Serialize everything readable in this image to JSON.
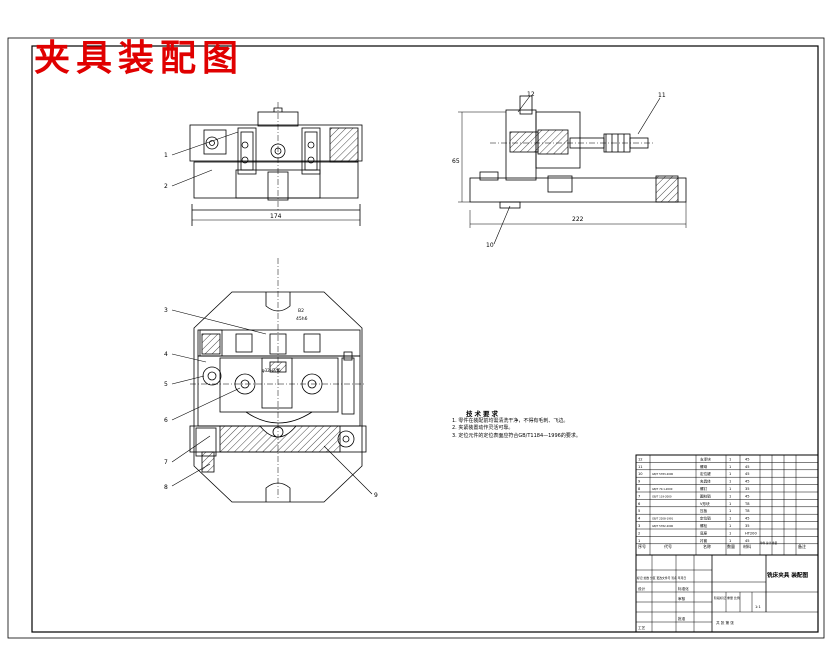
{
  "title": "夹具装配图",
  "part_labels": [
    "1",
    "2",
    "3",
    "4",
    "5",
    "6",
    "7",
    "8",
    "9",
    "10",
    "11",
    "12"
  ],
  "dimensions": {
    "front_width": "174",
    "side_width": "222",
    "side_height": "65",
    "ref_1": "B2",
    "ref_2": "45h6",
    "ref_3": "φ32H7/f6"
  },
  "tech_requirements": {
    "title": "技术要求",
    "items": [
      "1. 零件在装配前均需清洗干净，不得有毛刺、飞边。",
      "2. 夹紧装置动作灵活可靠。",
      "3. 定位元件的定位表面应符合GB/T1184—1996的要求。"
    ]
  },
  "bom_rows": [
    {
      "no": "12",
      "std": "",
      "name": "支承块",
      "qty": "1",
      "mat": "45"
    },
    {
      "no": "11",
      "std": "",
      "name": "螺母",
      "qty": "1",
      "mat": "45"
    },
    {
      "no": "10",
      "std": "GB/T 5783-2000",
      "name": "定位键",
      "qty": "1",
      "mat": "45"
    },
    {
      "no": "9",
      "std": "",
      "name": "夹具体",
      "qty": "1",
      "mat": "45"
    },
    {
      "no": "8",
      "std": "GB/T 70.1-2000",
      "name": "螺钉",
      "qty": "1",
      "mat": "35"
    },
    {
      "no": "7",
      "std": "GB/T 119-2000",
      "name": "圆柱销",
      "qty": "1",
      "mat": "45"
    },
    {
      "no": "6",
      "std": "",
      "name": "V形块",
      "qty": "1",
      "mat": "T8"
    },
    {
      "no": "5",
      "std": "",
      "name": "压板",
      "qty": "1",
      "mat": "T8"
    },
    {
      "no": "4",
      "std": "GB/T 2208-1991",
      "name": "定位销",
      "qty": "1",
      "mat": "45"
    },
    {
      "no": "3",
      "std": "GB/T 5782-2000",
      "name": "螺栓",
      "qty": "1",
      "mat": "35"
    },
    {
      "no": "2",
      "std": "",
      "name": "底座",
      "qty": "1",
      "mat": "HT200"
    },
    {
      "no": "1",
      "std": "",
      "name": "衬套",
      "qty": "1",
      "mat": "45"
    }
  ],
  "bom_header": {
    "no": "序号",
    "std": "代号",
    "name": "名称",
    "qty": "数量",
    "mat": "材料",
    "weight": "单件 总计 重量",
    "remark": "备注"
  },
  "title_block": {
    "drawing_name": "铣床夹具 装配图",
    "mark_labels": "标记 处数 分区 更改文件号 签名 年月日",
    "design": "设计",
    "standard": "标准化",
    "review": "审核",
    "craft": "工艺",
    "approve": "批准",
    "stage": "阶段标记 重量 比例",
    "scale": "1:1",
    "sheet": "共 张 第 张"
  },
  "colors": {
    "line": "#000000",
    "title_red": "#e00000",
    "hatch": "#000000"
  }
}
